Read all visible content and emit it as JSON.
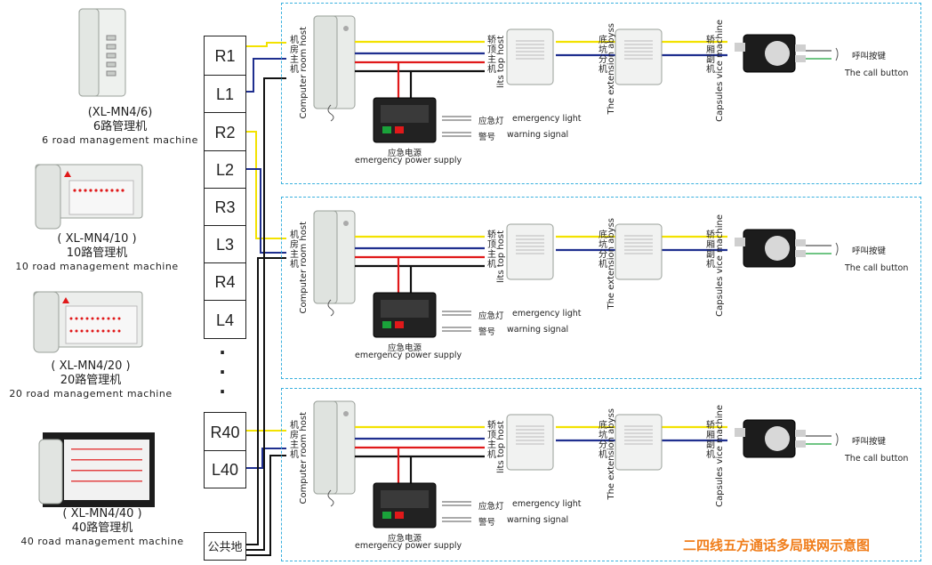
{
  "machines": [
    {
      "model": "(XL-MN4/6)",
      "cn": "6路管理机",
      "en": "6 road management machine"
    },
    {
      "model": "( XL-MN4/10 )",
      "cn": "10路管理机",
      "en": "10 road management machine"
    },
    {
      "model": "( XL-MN4/20 )",
      "cn": "20路管理机",
      "en": "20 road management machine"
    },
    {
      "model": "( XL-MN4/40 )",
      "cn": "40路管理机",
      "en": "40 road management machine"
    }
  ],
  "terminals": [
    "R1",
    "L1",
    "R2",
    "L2",
    "R3",
    "L3",
    "R4",
    "L4",
    "R40",
    "L40"
  ],
  "ellipsis": [
    ".",
    ".",
    "."
  ],
  "common_ground": "公共地",
  "units": {
    "machine_room_cn": [
      "机",
      "房",
      "主",
      "机"
    ],
    "machine_room_en": "Computer room host",
    "car_top_cn": [
      "轿",
      "顶",
      "主",
      "机"
    ],
    "car_top_en": "lits top host",
    "pit_cn": [
      "底",
      "坑",
      "分",
      "机"
    ],
    "pit_en": "The extension abyss",
    "car_sub_cn": [
      "轿",
      "厢",
      "副",
      "机"
    ],
    "car_sub_en": "Capsules vice machine",
    "call_cn": "呼叫按键",
    "call_en": "The call button",
    "emerg_light_cn": "应急灯",
    "emerg_light_en": "emergency light",
    "warning_cn": "警号",
    "warning_en": "warning signal",
    "power_cn": "应急电源",
    "power_en": "emergency power supply"
  },
  "title": "二四线五方通话多局联网示意图",
  "colors": {
    "yellow": "#f3e200",
    "blue": "#1f2f8f",
    "red": "#e0191a",
    "black": "#111111",
    "green": "#1aa23a",
    "dash": "#39b0de",
    "title": "#f07d1a"
  }
}
